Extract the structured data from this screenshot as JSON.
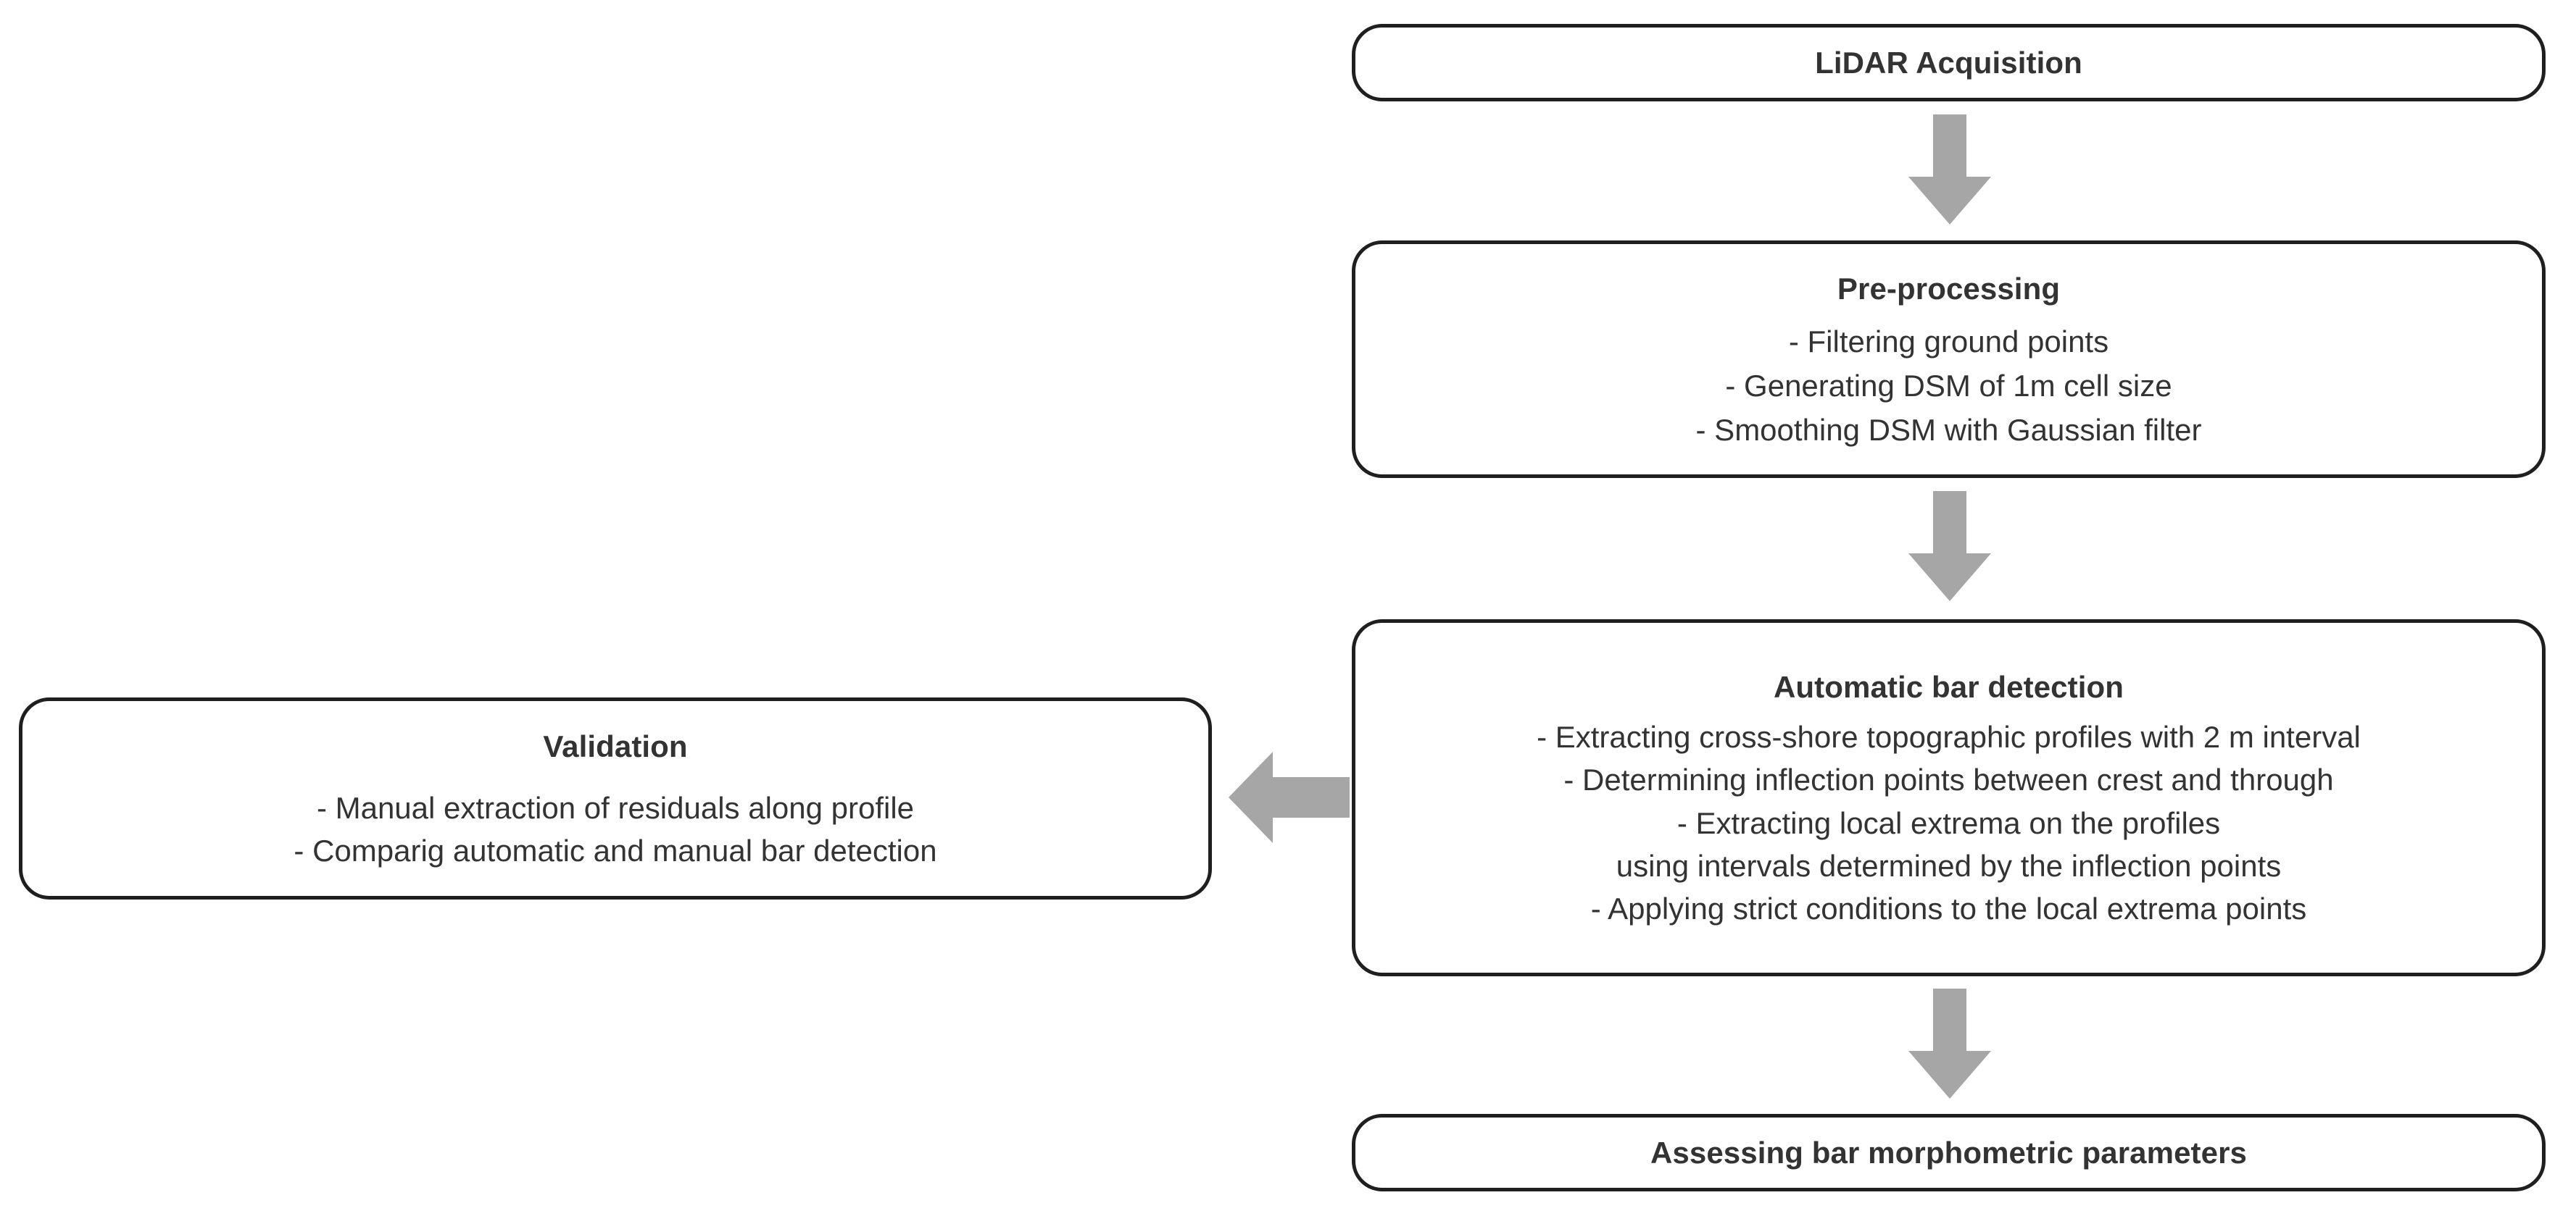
{
  "diagram": {
    "type": "flowchart",
    "orientation": "top-to-bottom with one left branch",
    "background_color": "#ffffff",
    "box_border_color": "#1f1f1f",
    "text_color": "#333333",
    "arrow_color": "#a6a6a6"
  },
  "nodes": {
    "lidar": {
      "title": "LiDAR Acquisition",
      "lines": []
    },
    "preprocessing": {
      "title": "Pre-processing",
      "lines": [
        "- Filtering ground points",
        "- Generating DSM of 1m cell size",
        "- Smoothing DSM with Gaussian filter"
      ]
    },
    "detection": {
      "title": "Automatic bar detection",
      "lines": [
        "- Extracting cross-shore topographic profiles with 2 m interval",
        "- Determining inflection points between crest and through",
        "- Extracting local extrema on the profiles",
        "using intervals determined by the inflection points",
        "- Applying strict conditions to the local extrema points"
      ]
    },
    "validation": {
      "title": "Validation",
      "lines": [
        "- Manual extraction of residuals along profile",
        "- Comparig automatic and manual bar detection"
      ]
    },
    "assessing": {
      "title": "Assessing bar morphometric parameters",
      "lines": []
    }
  },
  "arrows": [
    {
      "name": "lidar-to-preprocessing",
      "direction": "down",
      "from": "lidar",
      "to": "preprocessing"
    },
    {
      "name": "preprocessing-to-detection",
      "direction": "down",
      "from": "preprocessing",
      "to": "detection"
    },
    {
      "name": "detection-to-validation",
      "direction": "left",
      "from": "detection",
      "to": "validation"
    },
    {
      "name": "detection-to-assessing",
      "direction": "down",
      "from": "detection",
      "to": "assessing"
    }
  ]
}
